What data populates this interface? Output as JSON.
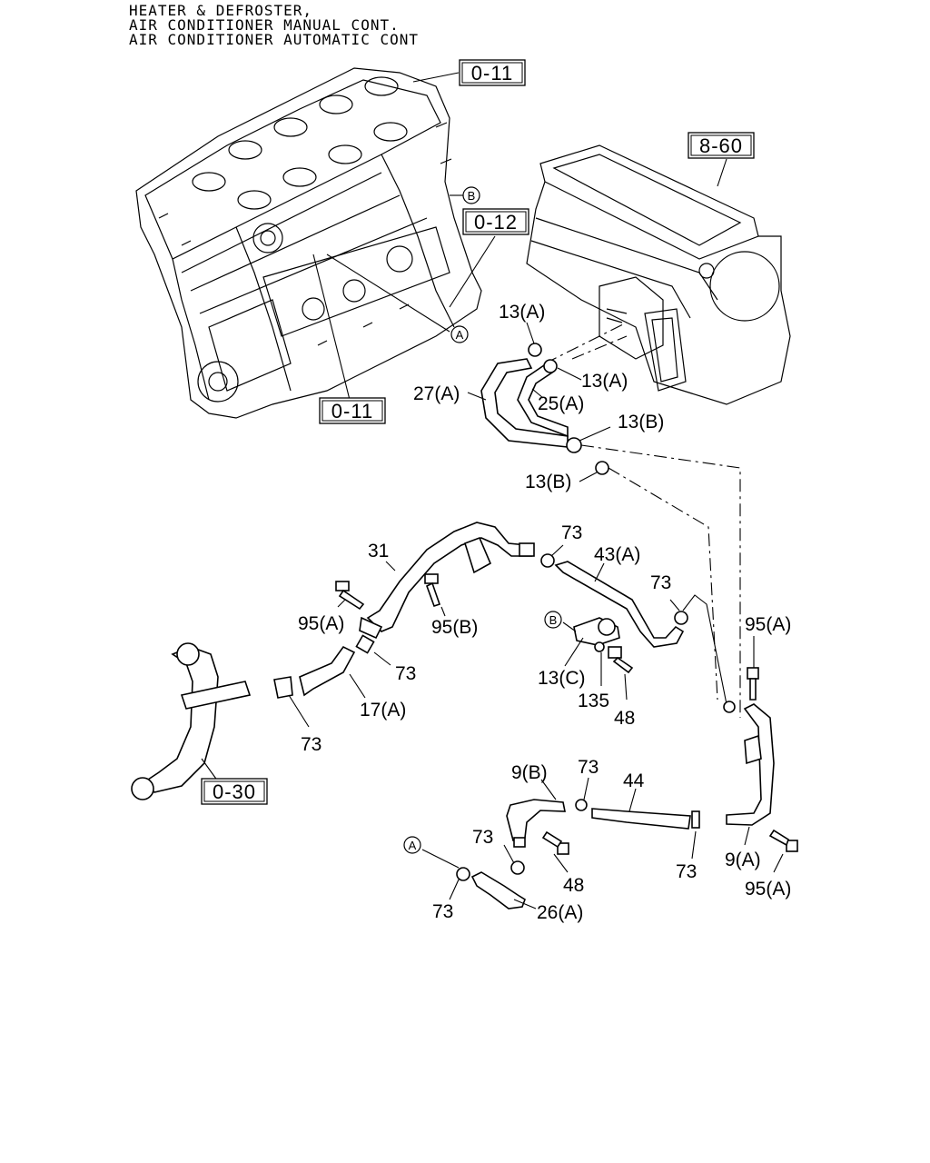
{
  "title": {
    "line1": "HEATER & DEFROSTER,",
    "line2": "AIR CONDITIONER MANUAL CONT.",
    "line3": "AIR CONDITIONER AUTOMATIC CONT"
  },
  "references": {
    "ref_0_11_top": "0-11",
    "ref_0_12": "0-12",
    "ref_0_11_bottom": "0-11",
    "ref_8_60": "8-60",
    "ref_0_30": "0-30"
  },
  "circle_marks": {
    "b_engine": "B",
    "a_engine": "A",
    "b_bracket": "B",
    "a_hose": "A"
  },
  "part_labels": {
    "p13a_1": "13(A)",
    "p13a_2": "13(A)",
    "p27a": "27(A)",
    "p25a": "25(A)",
    "p13b_1": "13(B)",
    "p13b_2": "13(B)",
    "p31": "31",
    "p73_1": "73",
    "p43a": "43(A)",
    "p73_2": "73",
    "p95a_1": "95(A)",
    "p95b": "95(B)",
    "p95a_2": "95(A)",
    "p73_3": "73",
    "p17a": "17(A)",
    "p13c": "13(C)",
    "p135": "135",
    "p48_1": "48",
    "p73_4": "73",
    "p9b": "9(B)",
    "p73_5": "73",
    "p44": "44",
    "p73_6": "73",
    "p48_2": "48",
    "p73_7": "73",
    "p9a": "9(A)",
    "p95a_3": "95(A)",
    "p73_8": "73",
    "p26a": "26(A)"
  }
}
